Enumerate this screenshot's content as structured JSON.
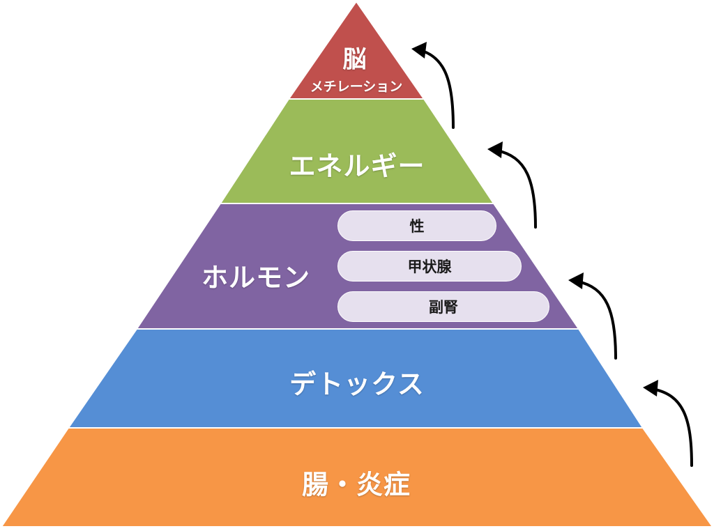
{
  "pyramid": {
    "levels": [
      {
        "key": "brain",
        "label": "脳",
        "sublabel": "メチレーション",
        "color": "#c0504d"
      },
      {
        "key": "energy",
        "label": "エネルギー",
        "color": "#9bbb59"
      },
      {
        "key": "hormone",
        "label": "ホルモン",
        "color": "#8064a2",
        "sub_items": [
          "性",
          "甲状腺",
          "副腎"
        ]
      },
      {
        "key": "detox",
        "label": "デトックス",
        "color": "#558ed5"
      },
      {
        "key": "gut",
        "label": "腸・炎症",
        "color": "#f79646"
      }
    ],
    "pill_color": "#e6e0ee",
    "arrow_color": "#000000"
  }
}
